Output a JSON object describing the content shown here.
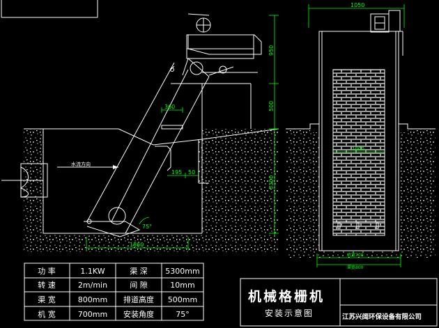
{
  "drawing": {
    "title": "机械格栅机",
    "subtitle": "安装示意图",
    "company": "江苏兴阔环保设备有限公司",
    "flow_label": "水流方向"
  },
  "dimensions": {
    "side_height_top": "950",
    "side_height_mid": "500",
    "side_height_deep": "5300",
    "top_offset": "360",
    "small_left": "195",
    "small_right": "50",
    "base_length": "1860",
    "angle": "75°",
    "front_width_top": "1050",
    "front_inner_width": "1000",
    "front_machine_width": "机宽700",
    "front_channel_width": "渠宽800"
  },
  "spec_table": {
    "rows": [
      [
        "功  率",
        "1.1KW",
        "渠  深",
        "5300mm"
      ],
      [
        "转  速",
        "2m/min",
        "间  隙",
        "10mm"
      ],
      [
        "渠  宽",
        "800mm",
        "排道高度",
        "500mm"
      ],
      [
        "机  宽",
        "700mm",
        "安装角度",
        "75°"
      ]
    ]
  }
}
